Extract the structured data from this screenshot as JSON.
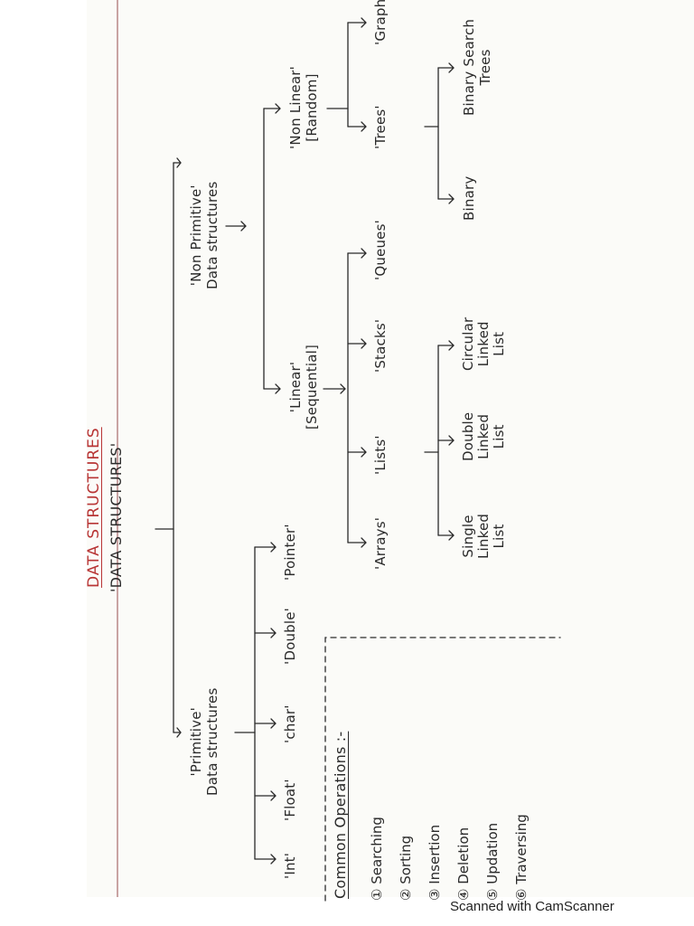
{
  "title": "DATA STRUCTURES",
  "root": "'DATA STRUCTURES'",
  "primitive": {
    "label_line1": "'Primitive'",
    "label_line2": "Data structures",
    "types": [
      "'Int'",
      "'Float'",
      "'char'",
      "'Double'",
      "'Pointer'"
    ]
  },
  "non_primitive": {
    "label_line1": "'Non Primitive'",
    "label_line2": "Data structures",
    "linear": {
      "label_line1": "'Linear'",
      "label_line2": "[Sequential]",
      "children": [
        "'Arrays'",
        "'Lists'",
        "'Stacks'",
        "'Queues'"
      ],
      "lists": [
        [
          "Single",
          "Linked",
          "List"
        ],
        [
          "Double",
          "Linked",
          "List"
        ],
        [
          "Circular",
          "Linked",
          "List"
        ]
      ]
    },
    "non_linear": {
      "label_line1": "'Non Linear'",
      "label_line2": "[Random]",
      "children": [
        "'Trees'",
        "'Graph'"
      ],
      "trees": [
        "Binary",
        "Binary Search",
        "Trees"
      ]
    }
  },
  "operations": {
    "title": "Common Operations :-",
    "items": [
      "① Searching",
      "② Sorting",
      "③ Insertion",
      "④ Deletion",
      "⑤ Updation",
      "⑥ Traversing"
    ]
  },
  "footer": "Scanned with CamScanner",
  "colors": {
    "ink": "#2a2a2a",
    "title": "#b83535",
    "margin": "#c9a3a3"
  }
}
